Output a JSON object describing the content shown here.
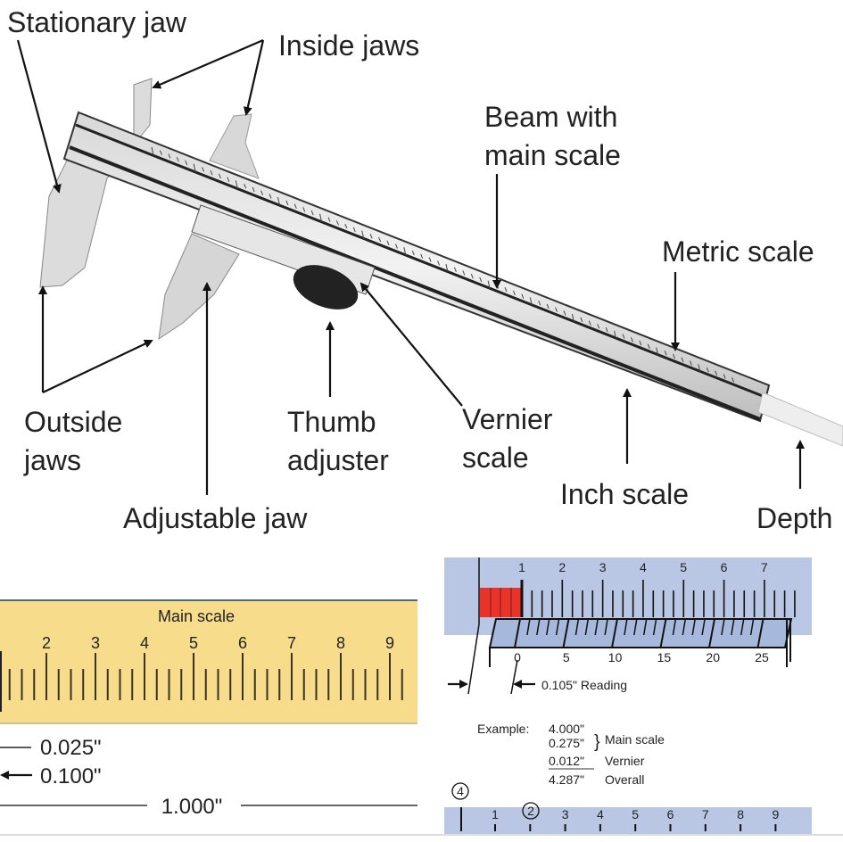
{
  "labels": {
    "stationary_jaw": "Stationary jaw",
    "inside_jaws": "Inside jaws",
    "beam_line1": "Beam with",
    "beam_line2": "main scale",
    "metric_scale": "Metric scale",
    "outside_line1": "Outside",
    "outside_line2": "jaws",
    "thumb_line1": "Thumb",
    "thumb_line2": "adjuster",
    "vernier_line1": "Vernier",
    "vernier_line2": "scale",
    "inch_scale": "Inch scale",
    "adjustable_jaw": "Adjustable jaw",
    "depth": "Depth"
  },
  "main_scale_panel": {
    "title": "Main scale",
    "numbers": [
      "2",
      "3",
      "4",
      "5",
      "6",
      "7",
      "8",
      "9"
    ],
    "dim_small": "0.025\"",
    "dim_mid": "0.100\"",
    "dim_total": "1.000\""
  },
  "vernier_panel": {
    "main_numbers": [
      "1",
      "2",
      "3",
      "4",
      "5",
      "6",
      "7"
    ],
    "vernier_numbers": [
      "0",
      "5",
      "10",
      "15",
      "20",
      "25"
    ],
    "reading": "0.105\" Reading"
  },
  "example": {
    "label": "Example:",
    "rows": [
      {
        "value": "4.000\"",
        "desc": ""
      },
      {
        "value": "0.275\"",
        "desc": "Main scale"
      },
      {
        "value": "0.012\"",
        "desc": "Vernier"
      },
      {
        "value": "4.287\"",
        "desc": "Overall"
      }
    ]
  },
  "bottom_scale": {
    "circled_major": "4",
    "circled_minor": "2",
    "numbers": [
      "1",
      "2",
      "3",
      "4",
      "5",
      "6",
      "7",
      "8",
      "9"
    ]
  },
  "colors": {
    "main_scale_bg": "#f7dc8c",
    "vernier_bg": "#b9c6e4",
    "vernier_plate": "#a7b8dd",
    "highlight": "#e8322a"
  }
}
